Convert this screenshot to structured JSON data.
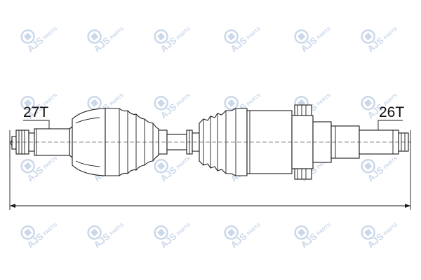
{
  "watermark": {
    "brand_text": "AJS",
    "sub_text": "PARTS",
    "color": "#c3d2e7"
  },
  "labels": {
    "left_spline": "27T",
    "right_spline": "26T"
  },
  "colors": {
    "line": "#1a1a1a",
    "background": "#ffffff"
  }
}
